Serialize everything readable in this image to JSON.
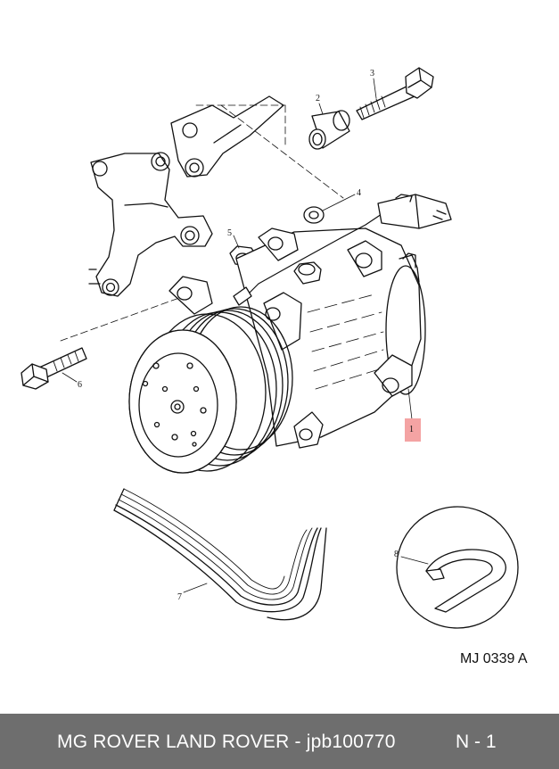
{
  "diagram": {
    "callouts": [
      {
        "id": "1",
        "label": "1"
      },
      {
        "id": "2",
        "label": "2"
      },
      {
        "id": "3",
        "label": "3"
      },
      {
        "id": "4",
        "label": "4"
      },
      {
        "id": "5",
        "label": "5"
      },
      {
        "id": "6",
        "label": "6"
      },
      {
        "id": "7",
        "label": "7"
      },
      {
        "id": "8",
        "label": "8"
      }
    ],
    "highlight_color": "#f4a3a3",
    "drawing_ref": "MJ 0339 A"
  },
  "footer": {
    "text": "MG ROVER LAND ROVER - jpb100770",
    "page": "N - 1",
    "background": "#6e6e6e"
  }
}
